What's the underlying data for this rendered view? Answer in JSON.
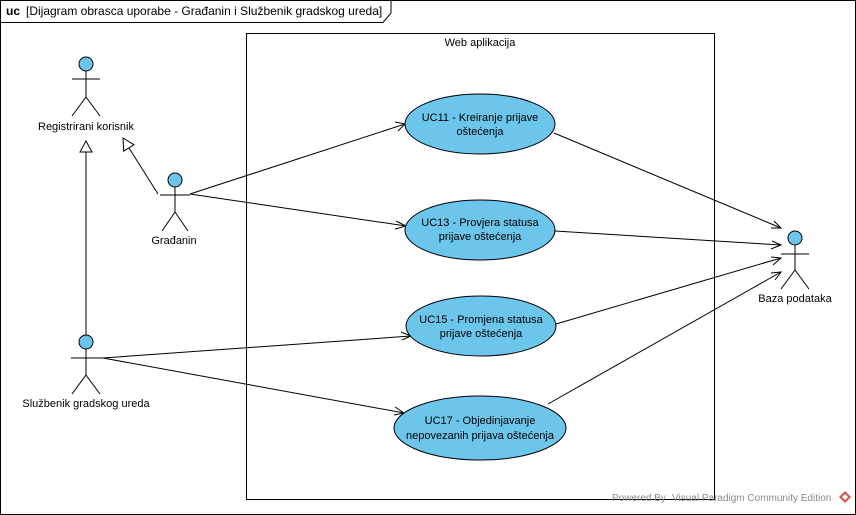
{
  "frame": {
    "keyword": "uc",
    "title": "[Dijagram obrasca uporabe - Građanin i Službenik gradskog ureda]"
  },
  "system": {
    "name": "Web aplikacija"
  },
  "actors": {
    "registrirani": "Registrirani korisnik",
    "gradjanin": "Građanin",
    "sluzbenik": "Službenik gradskog ureda",
    "baza": "Baza podataka"
  },
  "use_cases": {
    "uc11": {
      "line1": "UC11 - Kreiranje prijave",
      "line2": "oštećenja"
    },
    "uc13": {
      "line1": "UC13 - Provjera statusa",
      "line2": "prijave oštećenja"
    },
    "uc15": {
      "line1": "UC15 - Promjena statusa",
      "line2": "prijave oštećenja"
    },
    "uc17": {
      "line1": "UC17 - Objedinjavanje",
      "line2": "nepovezanih prijava oštećenja"
    }
  },
  "watermark": {
    "prefix": "Powered By",
    "suffix": "Visual Paradigm Community Edition"
  },
  "colors": {
    "actor_head": "#6cc5ea",
    "use_case_fill": "#6cc5ea",
    "line": "#000000"
  }
}
